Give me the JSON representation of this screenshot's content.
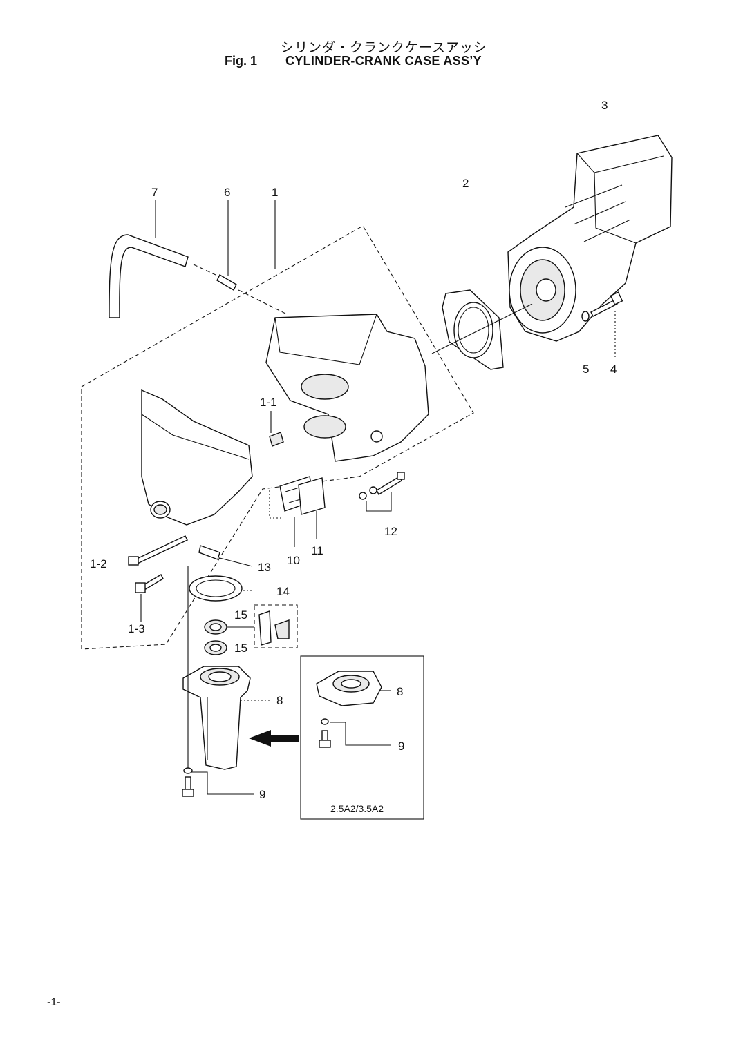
{
  "title_jp": "シリンダ・クランクケースアッシ",
  "fig_number": "Fig. 1",
  "title_en": "CYLINDER-CRANK CASE ASS’Y",
  "page_number": "-1-",
  "inset_label": "2.5A2/3.5A2",
  "callouts": {
    "c1": "1",
    "c1_1": "1-1",
    "c1_2": "1-2",
    "c1_3": "1-3",
    "c2": "2",
    "c3": "3",
    "c4": "4",
    "c5": "5",
    "c6": "6",
    "c7": "7",
    "c8": "8",
    "c8_inset": "8",
    "c9": "9",
    "c9_inset": "9",
    "c10": "10",
    "c11": "11",
    "c12": "12",
    "c13": "13",
    "c14": "14",
    "c15a": "15",
    "c15b": "15"
  }
}
